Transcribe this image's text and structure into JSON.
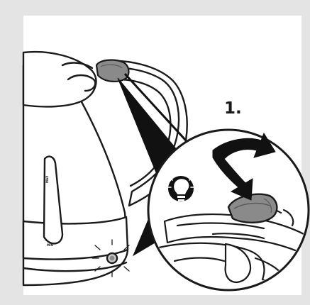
{
  "figure": {
    "step_label": "1.",
    "scale_top_label": "MAX",
    "scale_bottom_label": "MIN",
    "colors": {
      "background": "#e4e4e4",
      "kettle_body": "#ffffff",
      "outline": "#1a1a1a",
      "switch": "#8a8a8a",
      "icon_fill": "#111111"
    },
    "icons": [
      "kettle-illustration",
      "lid-release-button",
      "indicator-light",
      "magnify-callout",
      "press-arrow-icon",
      "lightbulb-icon"
    ]
  }
}
